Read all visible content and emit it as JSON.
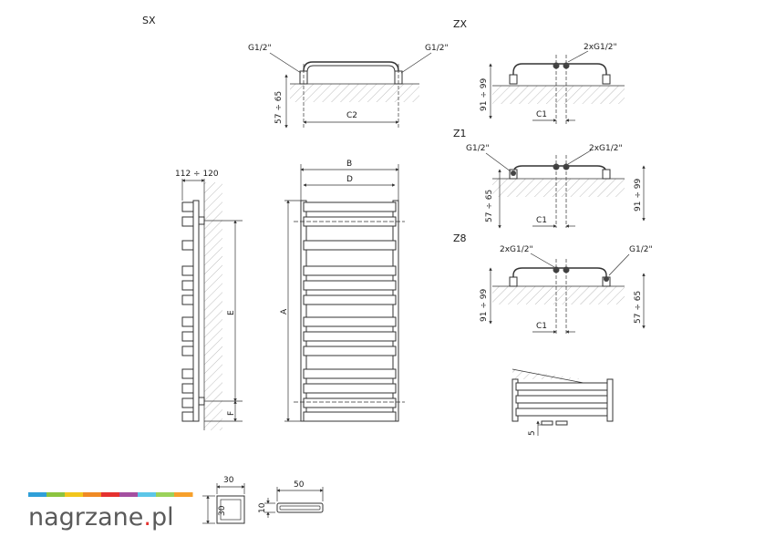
{
  "views": {
    "sx": {
      "title": "SX",
      "left_conn": "G1/2\"",
      "right_conn": "G1/2\"",
      "height_dim": "57 ÷ 65",
      "width_dim": "C2"
    },
    "zx": {
      "title": "ZX",
      "conn": "2xG1/2\"",
      "height_dim": "91 ÷ 99",
      "width_dim": "C1"
    },
    "z1": {
      "title": "Z1",
      "left_conn": "G1/2\"",
      "conn": "2xG1/2\"",
      "left_height": "57 ÷ 65",
      "right_height": "91 ÷ 99",
      "width_dim": "C1"
    },
    "z8": {
      "title": "Z8",
      "conn": "2xG1/2\"",
      "right_conn": "G1/2\"",
      "left_height": "91 ÷ 99",
      "right_height": "57 ÷ 65",
      "width_dim": "C1"
    }
  },
  "side_view": {
    "wall_dim": "112 ÷ 120",
    "dim_e": "E",
    "dim_f": "F"
  },
  "front_view": {
    "dim_b": "B",
    "dim_d": "D",
    "dim_a": "A"
  },
  "detail": {
    "dim_5": "5"
  },
  "profiles": {
    "square_w": "30",
    "square_h": "30",
    "flat_w": "50",
    "flat_h": "10"
  },
  "brand": {
    "text_1": "nagrzane",
    "dot": ".",
    "text_2": "pl",
    "colors": {
      "main": "#5a5a5a",
      "dot": "#e5312f",
      "stripe": [
        "#2f9fd8",
        "#8cc43f",
        "#f2c61c",
        "#f08a24",
        "#e5312f",
        "#a44fa0",
        "#5cc6e8",
        "#9bd25a",
        "#f7a02b"
      ]
    }
  }
}
